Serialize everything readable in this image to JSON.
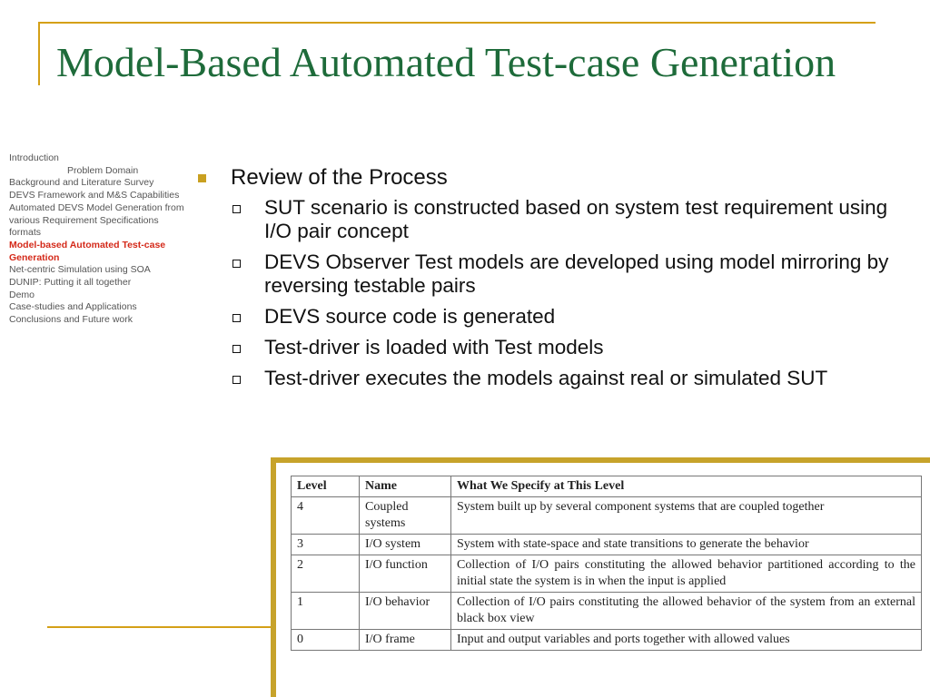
{
  "slide": {
    "title": "Model-Based Automated Test-case Generation"
  },
  "sidebar": {
    "items": [
      {
        "label": "Introduction",
        "indent": false,
        "active": false
      },
      {
        "label": "Problem Domain",
        "indent": true,
        "active": false
      },
      {
        "label": "Background and Literature Survey",
        "indent": false,
        "active": false
      },
      {
        "label": "DEVS Framework and M&S Capabilities",
        "indent": false,
        "active": false
      },
      {
        "label": "Automated DEVS Model Generation from various Requirement Specifications formats",
        "indent": false,
        "active": false
      },
      {
        "label": "Model-based Automated Test-case Generation",
        "indent": false,
        "active": true
      },
      {
        "label": "Net-centric Simulation using SOA",
        "indent": false,
        "active": false
      },
      {
        "label": "DUNIP: Putting it all together",
        "indent": false,
        "active": false
      },
      {
        "label": "Demo",
        "indent": false,
        "active": false
      },
      {
        "label": "Case-studies and Applications",
        "indent": false,
        "active": false
      },
      {
        "label": "Conclusions and Future work",
        "indent": false,
        "active": false
      }
    ]
  },
  "content": {
    "heading": "Review of the Process",
    "points": [
      "SUT scenario is constructed based on system test requirement using I/O pair concept",
      "DEVS Observer Test models are developed using model mirroring by reversing testable pairs",
      "DEVS source code is generated",
      "Test-driver is loaded with Test models",
      "Test-driver executes the models against real or simulated SUT"
    ]
  },
  "table": {
    "headers": [
      "Level",
      "Name",
      "What We Specify at This Level"
    ],
    "rows": [
      [
        "4",
        "Coupled systems",
        "System built up by several component systems that are coupled together"
      ],
      [
        "3",
        "I/O system",
        "System with state-space and state transitions to generate the behavior"
      ],
      [
        "2",
        "I/O function",
        "Collection of I/O pairs constituting the  allowed behavior partitioned according to the initial state the system is in when the input is applied"
      ],
      [
        "1",
        "I/O behavior",
        "Collection of I/O pairs constituting the  allowed behavior of the system from an external black box view"
      ],
      [
        "0",
        "I/O frame",
        "Input and output variables and ports together with allowed values"
      ]
    ]
  },
  "colors": {
    "title": "#1e6b3a",
    "accent_gold": "#c9a020",
    "sidebar_active": "#d42a1a",
    "sidebar_text": "#555555"
  }
}
